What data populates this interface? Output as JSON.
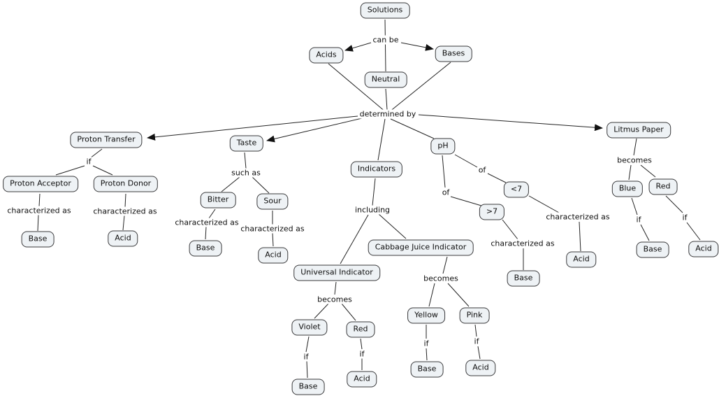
{
  "nodes": {
    "solutions": "Solutions",
    "acids": "Acids",
    "bases": "Bases",
    "neutral": "Neutral",
    "proton_transfer": "Proton Transfer",
    "proton_acceptor": "Proton Acceptor",
    "proton_donor": "Proton Donor",
    "pt_base": "Base",
    "pt_acid": "Acid",
    "taste": "Taste",
    "bitter": "Bitter",
    "sour": "Sour",
    "taste_base": "Base",
    "taste_acid": "Acid",
    "indicators": "Indicators",
    "universal_indicator": "Universal Indicator",
    "cabbage_juice_indicator": "Cabbage Juice Indicator",
    "violet": "Violet",
    "ui_red": "Red",
    "ui_base": "Base",
    "ui_acid": "Acid",
    "yellow": "Yellow",
    "pink": "Pink",
    "cj_base": "Base",
    "cj_acid": "Acid",
    "ph": "pH",
    "ph_lt7": "<7",
    "ph_gt7": ">7",
    "ph_acid": "Acid",
    "ph_base": "Base",
    "litmus_paper": "Litmus Paper",
    "blue": "Blue",
    "lp_red": "Red",
    "lp_base": "Base",
    "lp_acid": "Acid"
  },
  "linking_phrases": {
    "can_be": "can be",
    "determined_by": "determined by",
    "pt_if": "if",
    "char_acceptor": "characterized as",
    "char_donor": "characterized as",
    "such_as": "such as",
    "char_bitter": "characterized as",
    "char_sour": "characterized as",
    "including": "including",
    "ui_becomes": "becomes",
    "if_violet": "if",
    "if_ui_red": "if",
    "cj_becomes": "becomes",
    "if_yellow": "if",
    "if_pink": "if",
    "of_lt7": "of",
    "of_gt7": "of",
    "char_lt7": "characterized as",
    "char_gt7": "characterized as",
    "lp_becomes": "becomes",
    "if_blue": "if",
    "if_lp_red": "if"
  },
  "colors": {
    "node_fill": "#eef2f5",
    "node_border": "#39393b",
    "line": "#232323",
    "background": "#ffffff"
  }
}
